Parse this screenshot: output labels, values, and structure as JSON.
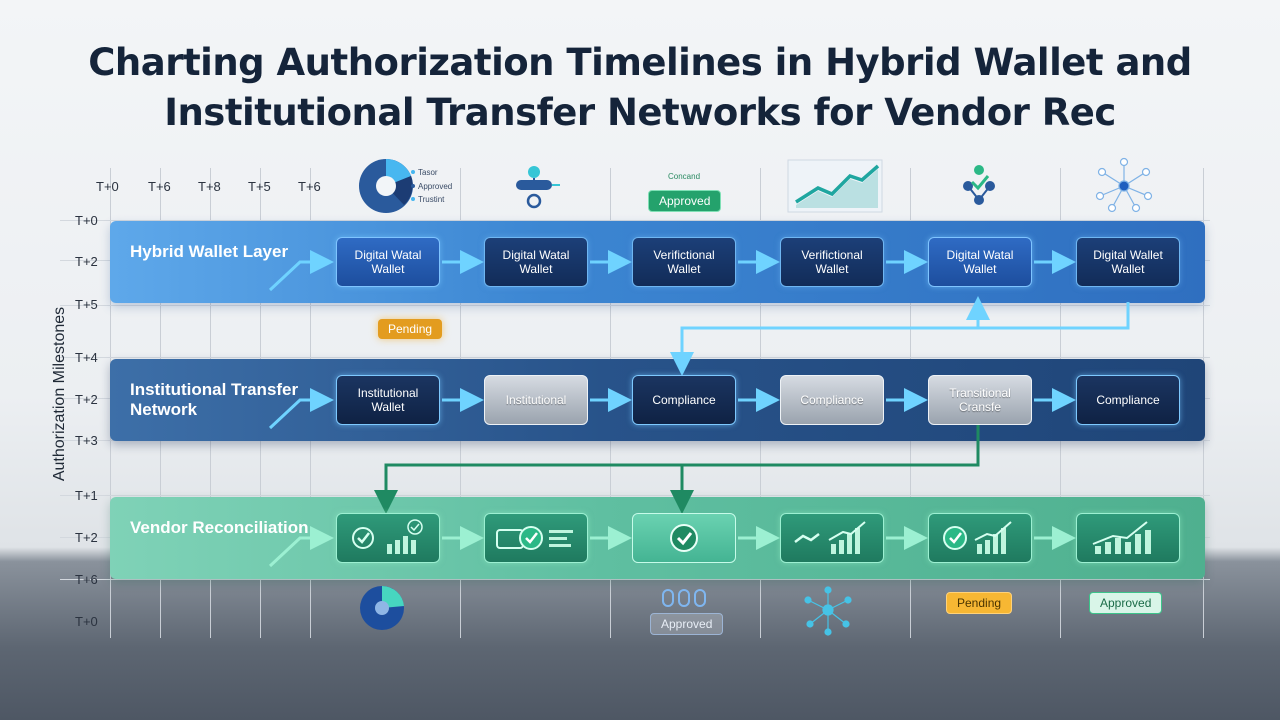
{
  "title": {
    "line1": "Charting Authorization Timelines in Hybrid Wallet and",
    "line2": "Institutional Transfer Networks for Vendor Rec"
  },
  "axes": {
    "y_title": "Authorization Milestones",
    "x_ticks": [
      "T+0",
      "T+6",
      "T+8",
      "T+5",
      "T+6"
    ],
    "y_ticks": [
      "T+0",
      "T+2",
      "T+5",
      "T+4",
      "T+2",
      "T+3",
      "T+1",
      "T+2",
      "T+6",
      "T+0"
    ]
  },
  "legend_top": [
    "Tasor",
    "Approved",
    "Trustint"
  ],
  "top_badges": {
    "approved": "Approved",
    "approved_small": "Concand"
  },
  "lanes": {
    "wallet": {
      "label": "Hybrid Wallet Layer",
      "nodes": [
        "Digital Watal Wallet",
        "Digital Watal Wallet",
        "Verifictional Wallet",
        "Verifictional Wallet",
        "Digital Watal Wallet",
        "Digital Wallet Wallet"
      ]
    },
    "institutional": {
      "label": "Institutional Transfer Network",
      "nodes": [
        "Institutional Wallet",
        "Institutional",
        "Compliance",
        "Compliance",
        "Transitional Cransfe",
        "Compliance"
      ]
    },
    "vendor": {
      "label": "Vendor Reconciliation"
    }
  },
  "status": {
    "pending_left": "Pending",
    "approved_bottom": "Approved",
    "pending_right": "Pending",
    "approved_right": "Approved"
  },
  "icons": [
    "pie-chart-icon",
    "workflow-icon",
    "trend-chart-icon",
    "check-network-icon",
    "node-network-icon"
  ],
  "colors": {
    "wallet_lane": "#3c86d2",
    "institutional_lane": "#28538a",
    "vendor_lane": "#5fbfa1",
    "arrow_blue": "#6fd3ff",
    "arrow_green": "#1f8a62",
    "pending": "#e39c1f",
    "approved": "#24a26c"
  }
}
